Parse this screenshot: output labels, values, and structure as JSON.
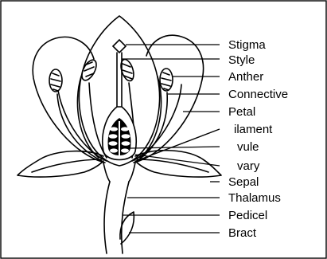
{
  "diagram": {
    "labels": [
      {
        "id": "stigma",
        "text": "Stigma"
      },
      {
        "id": "style",
        "text": "Style"
      },
      {
        "id": "anther",
        "text": "Anther"
      },
      {
        "id": "connective",
        "text": "Connective"
      },
      {
        "id": "petal",
        "text": "Petal"
      },
      {
        "id": "filament",
        "text": "ilament"
      },
      {
        "id": "ovule",
        "text": "vule"
      },
      {
        "id": "ovary",
        "text": "vary"
      },
      {
        "id": "sepal",
        "text": "Sepal"
      },
      {
        "id": "thalamus",
        "text": "Thalamus"
      },
      {
        "id": "pedicel",
        "text": "Pedicel"
      },
      {
        "id": "bract",
        "text": "Bract"
      }
    ],
    "colors": {
      "line": "#000000",
      "background": "#ffffff"
    }
  }
}
